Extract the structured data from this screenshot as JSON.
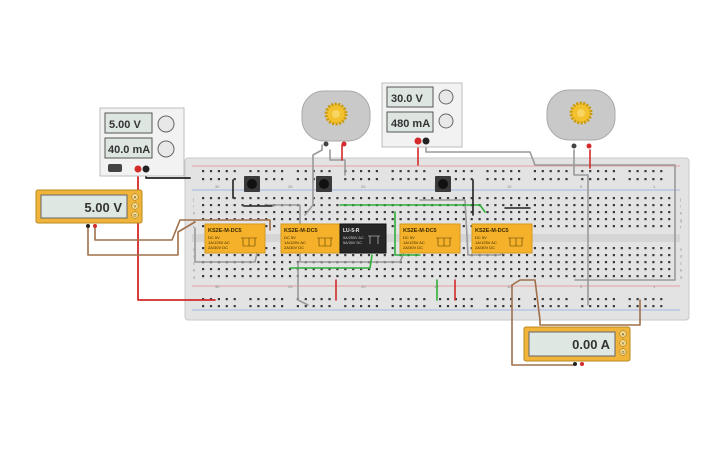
{
  "colors": {
    "breadboard": "#e3e3e3",
    "breadboard_border": "#c9c9c9",
    "hole": "#3b3b3b",
    "relay": "#f5b12a",
    "meter_body": "#f0b43a",
    "meter_lcd": "#dfe7e2",
    "psu_body": "#f2f2f2",
    "psu_lcd": "#dde6e1",
    "motor_body": "#c9c9c9",
    "motor_gear": "#f3c12d",
    "wire_gray": "#9a9a9a",
    "wire_brown": "#a0704a",
    "wire_red": "#d32a2a",
    "wire_green": "#2fb03a",
    "wire_black": "#222222"
  },
  "psu_left": {
    "voltage": "5.00 V",
    "current": "40.0 mA"
  },
  "psu_right": {
    "voltage": "30.0 V",
    "current": "480 mA"
  },
  "voltmeter": {
    "reading": "5.00 V",
    "mode_letters": [
      "A",
      "V",
      "Ω"
    ]
  },
  "ammeter": {
    "reading": "0.00 A",
    "mode_letters": [
      "A",
      "V",
      "Ω"
    ]
  },
  "relays": [
    {
      "title": "KS2E-M-DC5",
      "lines": [
        "DC 5V",
        "1A/125V AC",
        "2A/30V DC"
      ]
    },
    {
      "title": "KS2E-M-DC5",
      "lines": [
        "DC 5V",
        "1A/125V AC",
        "2A/30V DC"
      ]
    },
    {
      "title": "KS2E-M-DC5",
      "lines": [
        "DC 5V",
        "1A/125V AC",
        "2A/30V DC"
      ]
    },
    {
      "title": "KS2E-M-DC5",
      "lines": [
        "DC 5V",
        "1A/125V AC",
        "2A/30V DC"
      ]
    }
  ],
  "chip": {
    "title": "LU-5-R",
    "lines": [
      "5A/250V AC",
      "5A/30V DC"
    ]
  },
  "breadboard": {
    "column_labels": [
      "30",
      "25",
      "20",
      "15",
      "10",
      "5",
      "1"
    ],
    "row_labels": [
      "j",
      "i",
      "h",
      "g",
      "f",
      "e",
      "d",
      "c",
      "b",
      "a"
    ]
  }
}
